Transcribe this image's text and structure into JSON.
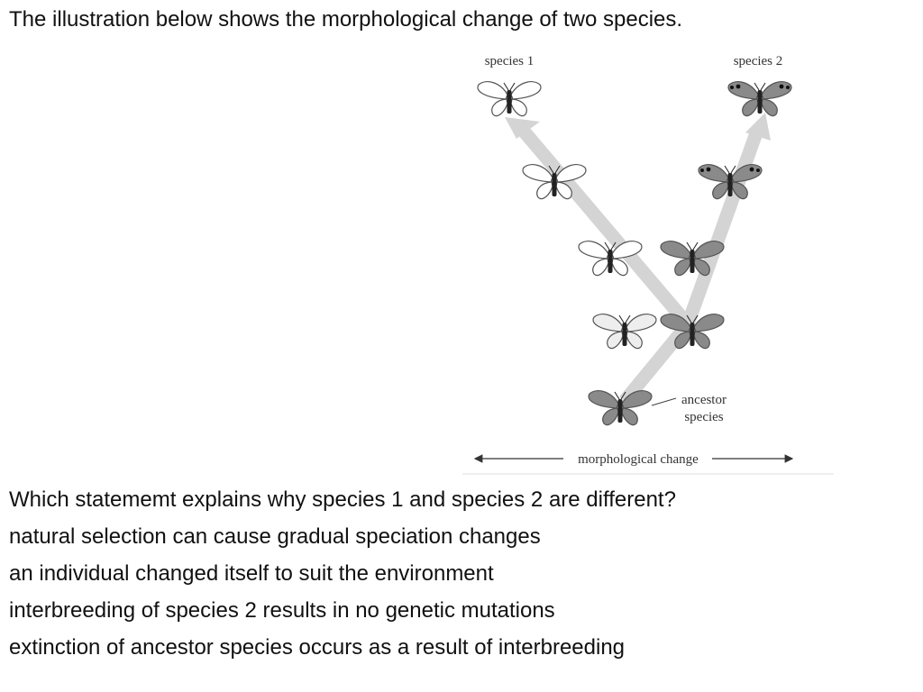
{
  "intro_text": "The illustration below shows the morphological change of two species.",
  "diagram": {
    "species1_label": "species 1",
    "species2_label": "species 2",
    "ancestor_label_line1": "ancestor",
    "ancestor_label_line2": "species",
    "axis_label": "morphological change"
  },
  "question": "Which statememt explains why species 1 and species 2 are different?",
  "options": [
    "natural selection can cause gradual speciation changes",
    "an individual changed itself to suit the environment",
    "interbreeding of species 2 results in no genetic mutations",
    "extinction of ancestor species occurs as a result of interbreeding"
  ]
}
